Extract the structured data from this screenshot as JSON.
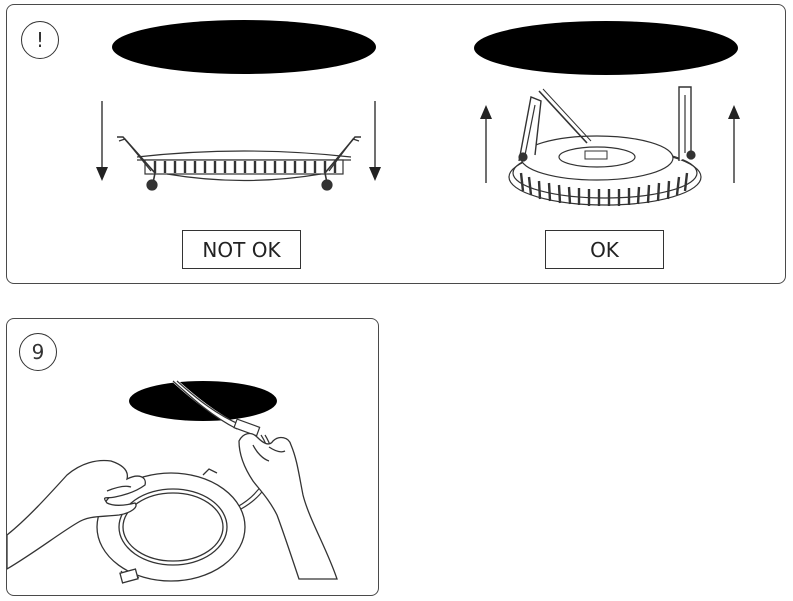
{
  "top_panel": {
    "badge": "!",
    "not_ok_label": "NOT OK",
    "ok_label": "OK"
  },
  "bottom_panel": {
    "step_number": "9"
  },
  "colors": {
    "stroke": "#333333",
    "fill_dark": "#000000",
    "border": "#4a4a4a"
  },
  "icons": [
    "warning-badge-icon",
    "down-arrow-icon",
    "up-arrow-icon"
  ]
}
